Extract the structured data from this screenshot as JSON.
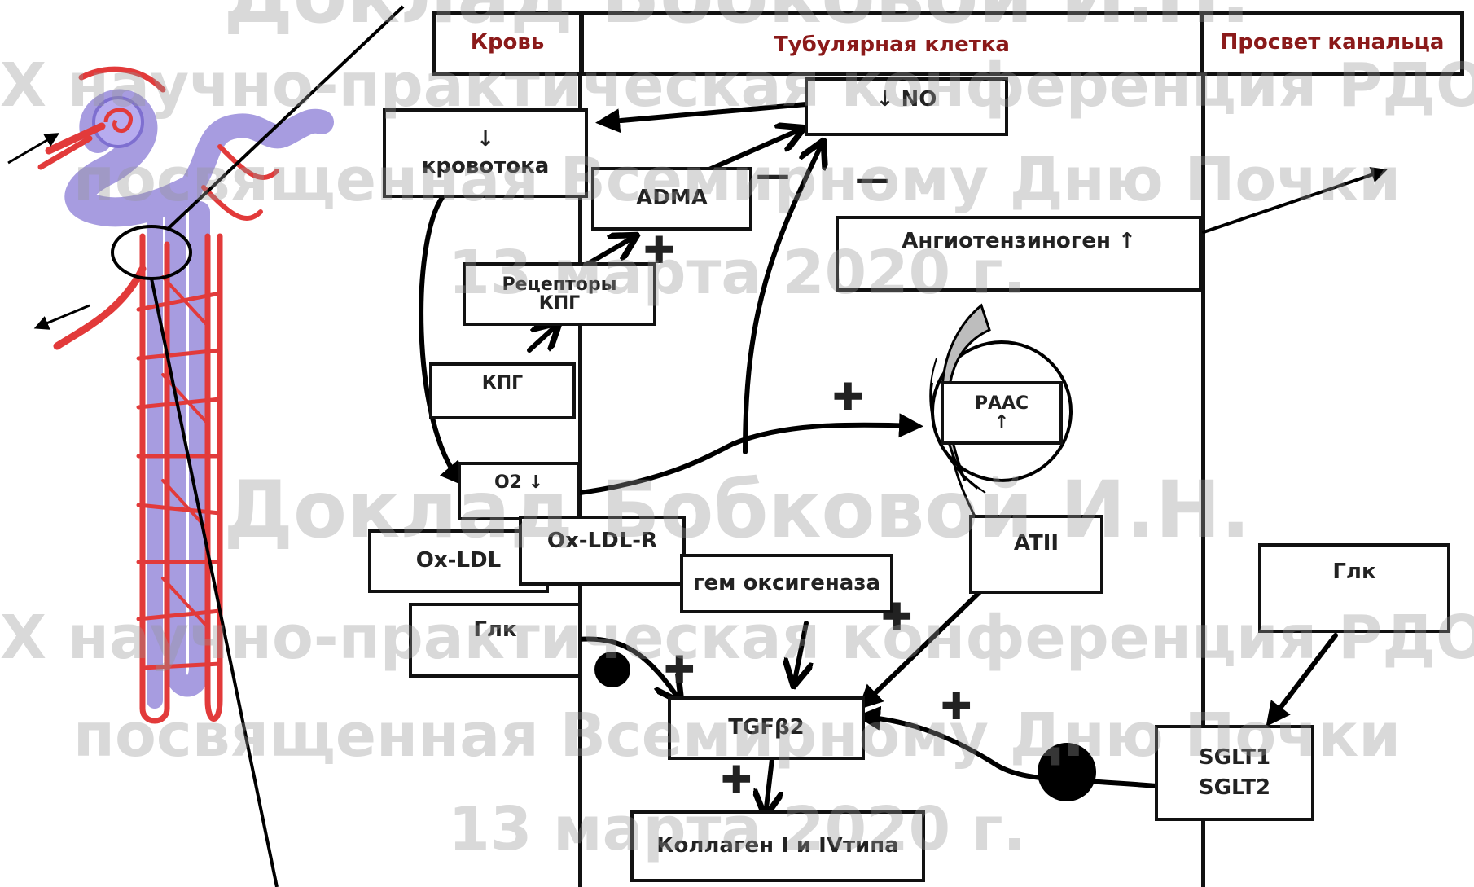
{
  "headers": {
    "blood": "Кровь",
    "tubular_cell": "Тубулярная клетка",
    "tubule_lumen": "Просвет  канальца"
  },
  "nodes": {
    "blood_flow_arrow": "↓",
    "blood_flow": "кровотока",
    "no": "↓ NO",
    "adma": "ADMA",
    "angiotensinogen": "Ангиотензиноген ↑",
    "kpg_receptors": "Рецепторы КПГ",
    "kpg": "КПГ",
    "raas": "РААС ↑",
    "o2": "O2 ↓",
    "ox_ldl": "Ox-LDL",
    "ox_ldl_r": "Ox-LDL-R",
    "heme_oxygenase": "гем оксигеназа",
    "atii": "ATII",
    "glk_blood": "Глк",
    "glk_lumen": "Глк",
    "tgfb2": "TGFβ2",
    "sglt1": "SGLT1",
    "sglt2": "SGLT2",
    "collagen": "Коллаген I  и IVтипа"
  },
  "signs": {
    "plus": "✚",
    "minus": "—"
  },
  "watermark": {
    "line1": "Доклад Бобковой И.Н.",
    "line2": "X научно-практическая конференция РДО",
    "line3": "посвященная Всемирному Дню Почки",
    "line4": "13 марта 2020 г."
  },
  "colors": {
    "header_text": "#8b1a1a",
    "nephron_tubule": "#a79ce0",
    "blood_vessel": "#e23a3a",
    "box_border": "#111111"
  }
}
